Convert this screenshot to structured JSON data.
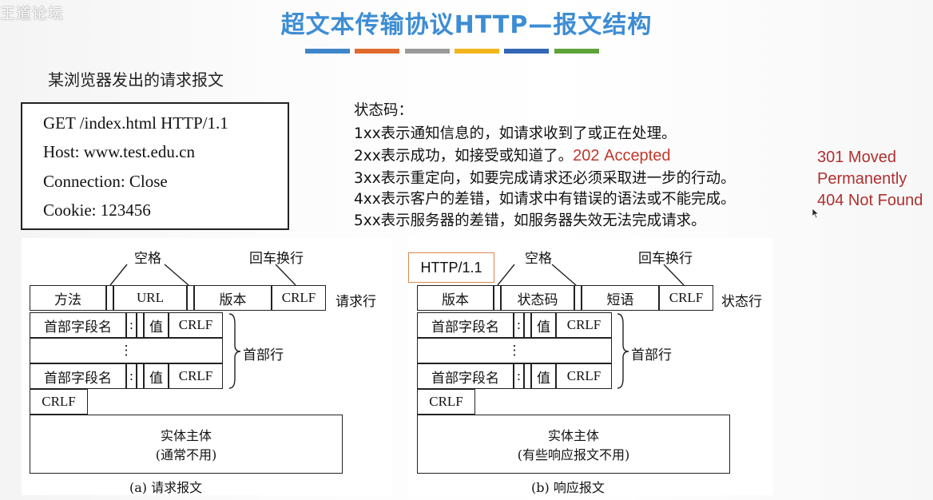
{
  "header": {
    "watermark": "王道论坛",
    "title": "超文本传输协议HTTP—报文结构",
    "colorbar": [
      "#3e86c8",
      "#e06a2c",
      "#9a9a9a",
      "#f2b51d",
      "#3367b5",
      "#5ea33a"
    ]
  },
  "request_example": {
    "caption": "某浏览器发出的请求报文",
    "lines": [
      "GET /index.html HTTP/1.1",
      "Host: www.test.edu.cn",
      "Connection: Close",
      "Cookie: 123456"
    ]
  },
  "status_codes": {
    "heading": "状态码：",
    "items": [
      "1xx表示通知信息的，如请求收到了或正在处理。",
      "2xx表示成功，如接受或知道了。",
      "3xx表示重定向，如要完成请求还必须采取进一步的行动。",
      "4xx表示客户的差错，如请求中有错误的语法或不能完成。",
      "5xx表示服务器的差错，如服务器失效无法完成请求。"
    ],
    "inline_example": "202 Accepted",
    "side_notes": [
      "301 Moved",
      "Permanently",
      "404 Not Found"
    ]
  },
  "diagram_request": {
    "space_label": "空格",
    "crlf_label": "回车换行",
    "start_line": [
      "方法",
      "URL",
      "版本",
      "CRLF"
    ],
    "start_line_name": "请求行",
    "header_field": "首部字段名",
    "colon": ":",
    "value": "值",
    "crlf": "CRLF",
    "vdots": "⋮",
    "header_name": "首部行",
    "blank_crlf": "CRLF",
    "body_line1": "实体主体",
    "body_line2": "(通常不用)",
    "caption": "(a) 请求报文"
  },
  "diagram_response": {
    "version_tag": "HTTP/1.1",
    "space_label": "空格",
    "crlf_label": "回车换行",
    "start_line": [
      "版本",
      "状态码",
      "短语",
      "CRLF"
    ],
    "start_line_name": "状态行",
    "header_field": "首部字段名",
    "colon": ":",
    "value": "值",
    "crlf": "CRLF",
    "vdots": "⋮",
    "header_name": "首部行",
    "blank_crlf": "CRLF",
    "body_line1": "实体主体",
    "body_line2": "(有些响应报文不用)",
    "caption": "(b) 响应报文"
  }
}
